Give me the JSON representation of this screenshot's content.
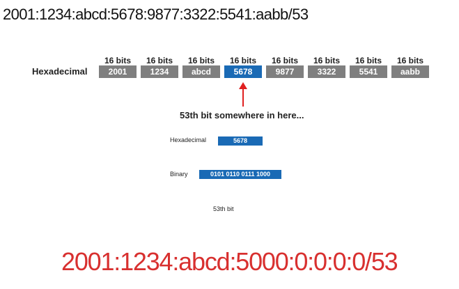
{
  "top_address": "2001:1234:abcd:5678:9877:3322:5541:aabb/53",
  "hex_row_label": "Hexadecimal",
  "segments": [
    {
      "bits": "16 bits",
      "value": "2001"
    },
    {
      "bits": "16 bits",
      "value": "1234"
    },
    {
      "bits": "16 bits",
      "value": "abcd"
    },
    {
      "bits": "16 bits",
      "value": "5678"
    },
    {
      "bits": "16 bits",
      "value": "9877"
    },
    {
      "bits": "16 bits",
      "value": "3322"
    },
    {
      "bits": "16 bits",
      "value": "5541"
    },
    {
      "bits": "16 bits",
      "value": "aabb"
    }
  ],
  "highlighted_segment_index": 3,
  "caption": "53th bit somewhere in here...",
  "inset": {
    "hex_label": "Hexadecimal",
    "hex_value": "5678",
    "binary_label": "Binary",
    "binary_value": "0101 0110 0111 1000",
    "bit_caption": "53th bit"
  },
  "result_address": "2001:1234:abcd:5000:0:0:0:0/53",
  "colors": {
    "segment_gray": "#7f7f7f",
    "highlight_blue": "#1a6ab5",
    "arrow_red": "#e02020",
    "result_red": "#d8302f"
  }
}
